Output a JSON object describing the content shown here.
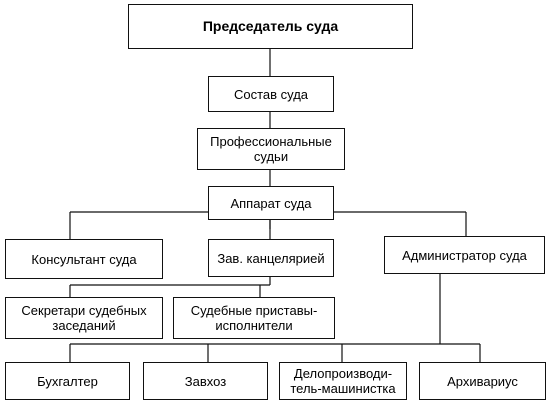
{
  "nodes": {
    "chairman": "Председатель суда",
    "composition": "Состав суда",
    "professional_judges": "Профессиональные\nсудьи",
    "apparatus": "Аппарат суда",
    "consultant": "Консультант суда",
    "office_head": "Зав. канцелярией",
    "administrator": "Администратор суда",
    "secretaries": "Секретари судебных\nзаседаний",
    "bailiffs": "Судебные приставы-\nисполнители",
    "accountant": "Бухгалтер",
    "supply_manager": "Завхоз",
    "clerk_typist": "Делопроизводи-\nтель-машинистка",
    "archivist": "Архивариус"
  }
}
